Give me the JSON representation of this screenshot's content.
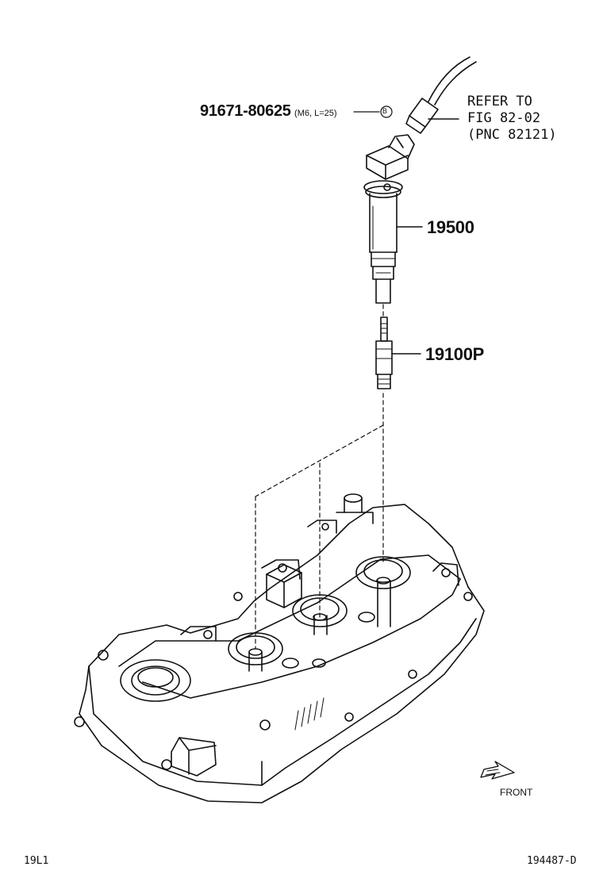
{
  "callouts": {
    "bolt": {
      "part_no": "91671-80625",
      "spec": "(M6, L=25)",
      "marker": "B"
    },
    "refer": {
      "line1": "REFER TO",
      "line2": "FIG 82-02",
      "line3": "(PNC 82121)"
    },
    "ignition_coil": {
      "part_no": "19500"
    },
    "spark_plug": {
      "part_no": "19100P"
    }
  },
  "front_label": "FRONT",
  "footer": {
    "left_code": "19L1",
    "right_code": "194487-D"
  }
}
